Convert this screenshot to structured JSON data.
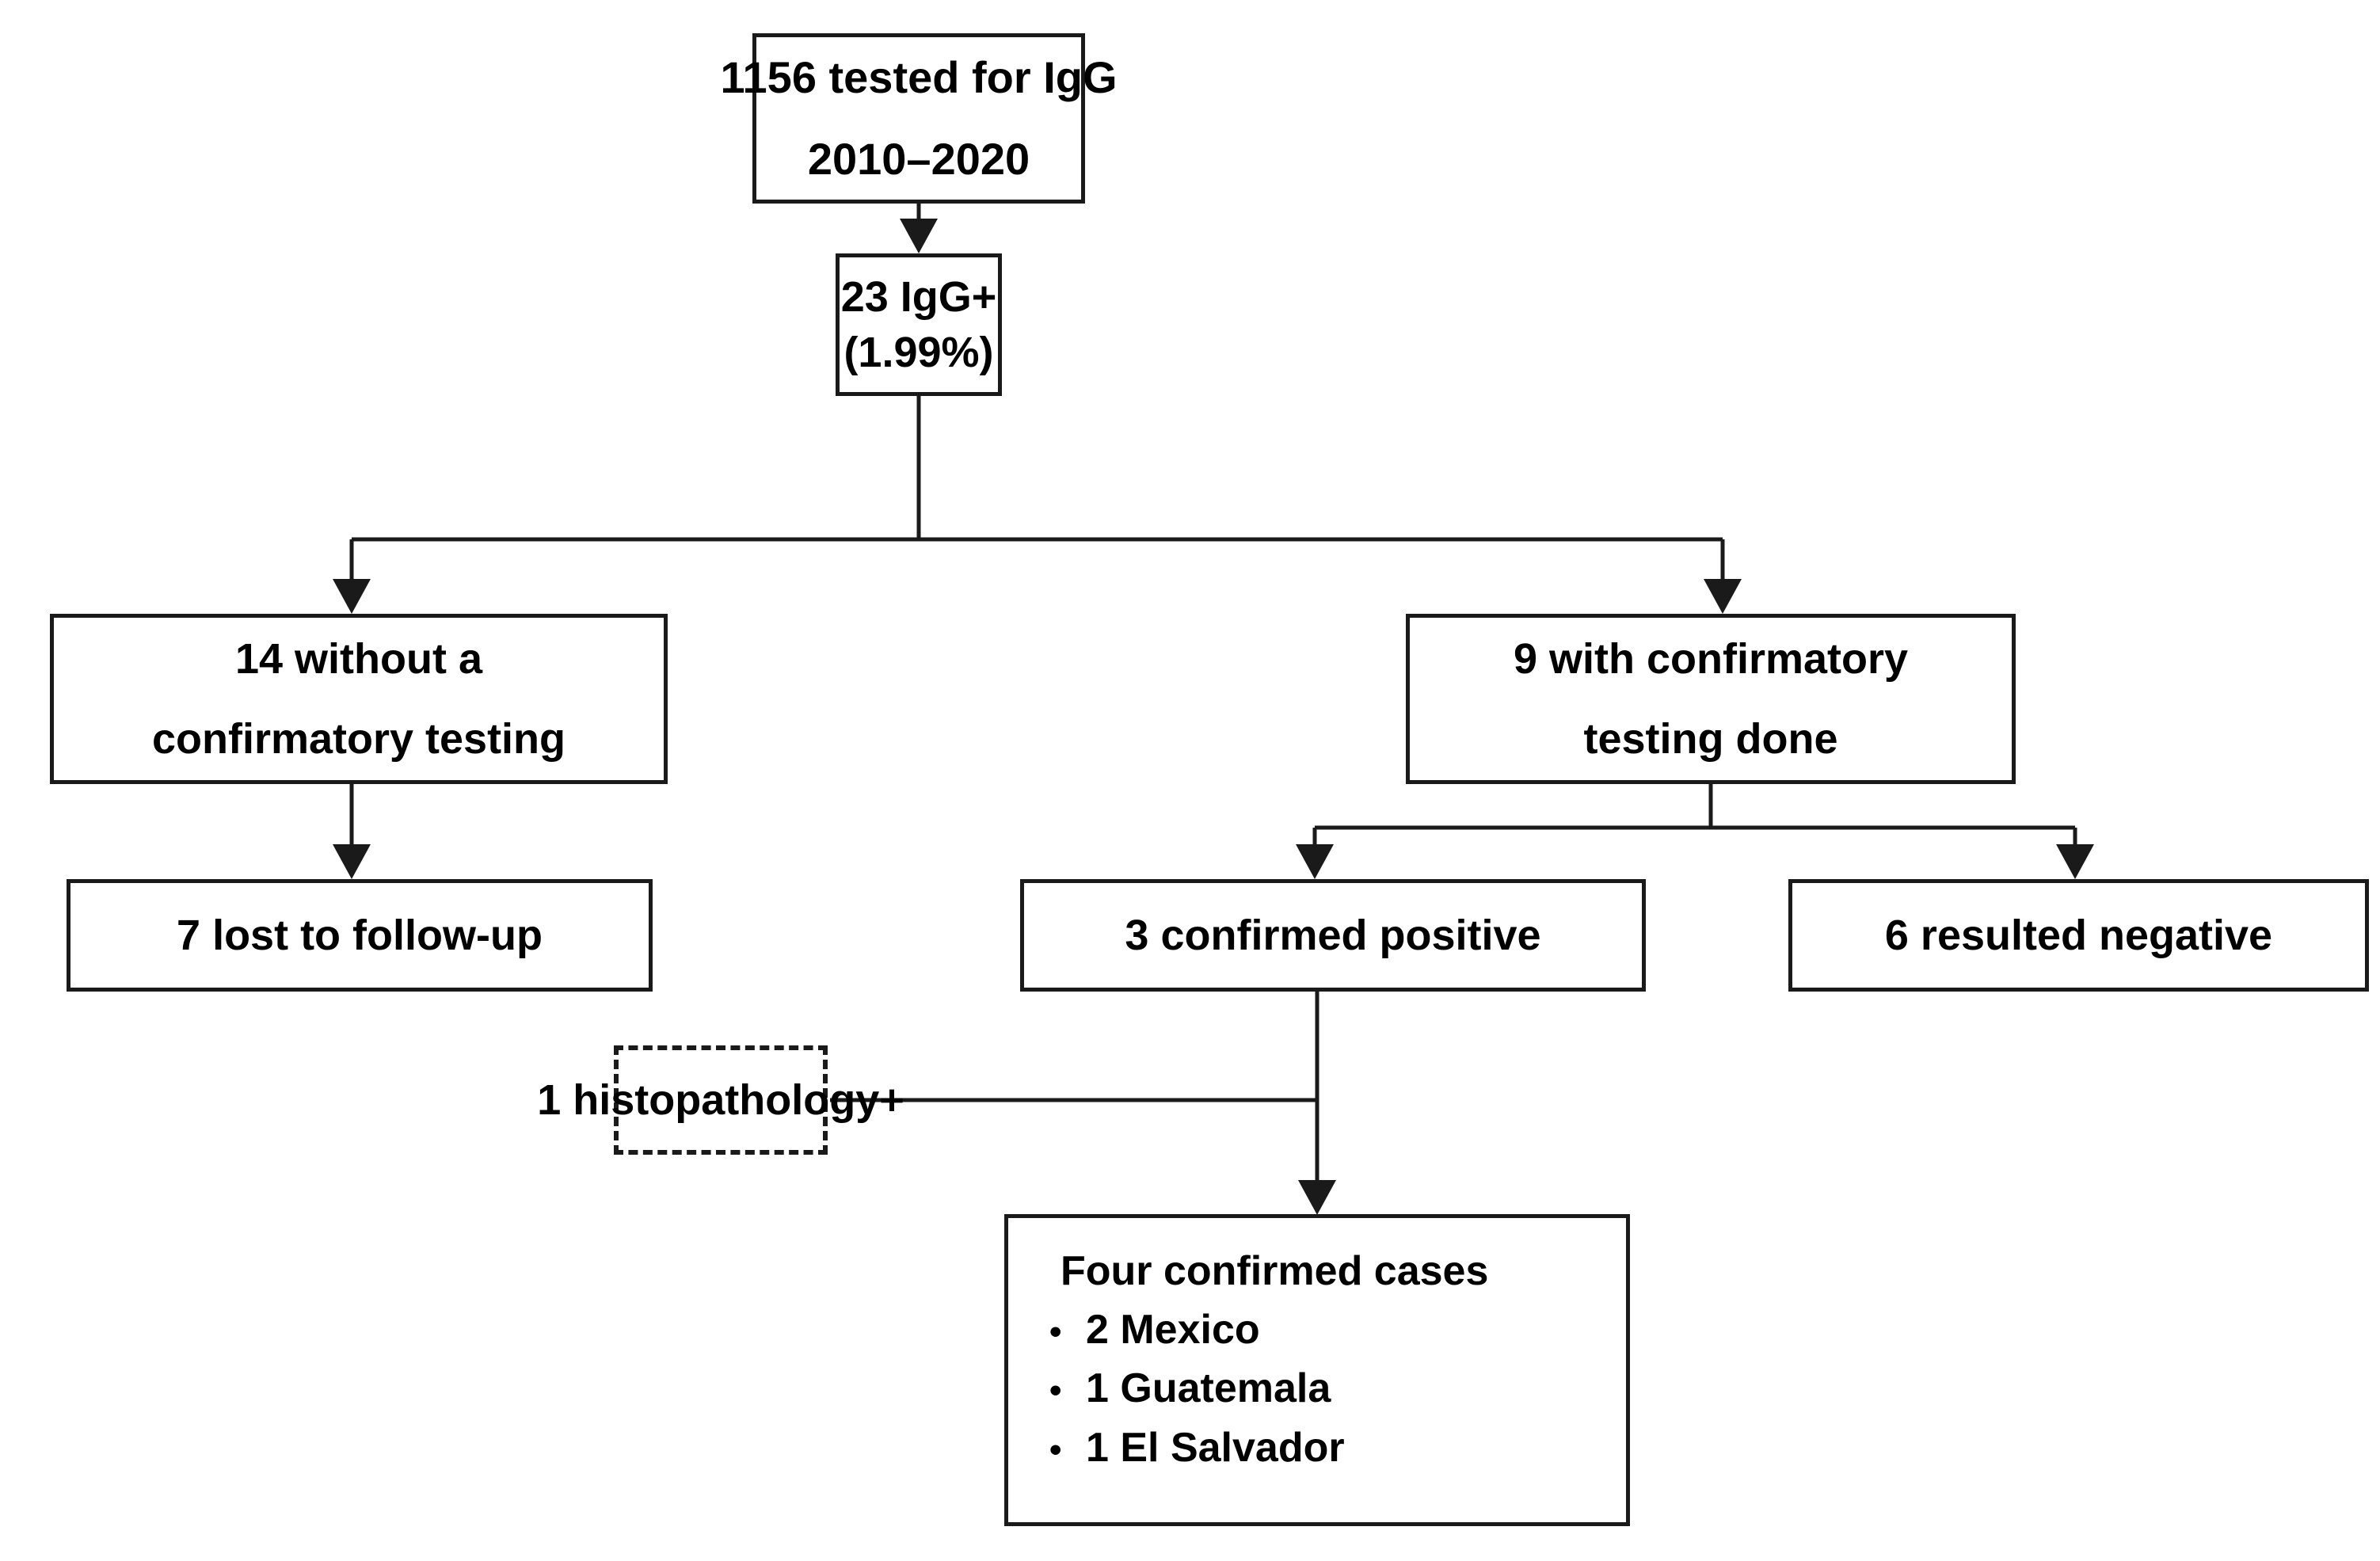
{
  "diagram": {
    "title": "Serologic screening and confirmation flow diagram",
    "type": "flowchart",
    "background_color": "#ffffff",
    "stroke_color": "#1a1a1a",
    "text_color": "#000000"
  },
  "nodes": {
    "tested": {
      "id": "tested",
      "line1": "1156 tested for IgG",
      "line2": "2010–2020",
      "border_style": "solid"
    },
    "igg_positive": {
      "id": "igg-positive",
      "line1": "23 IgG+",
      "line2": "(1.99%)",
      "border_style": "solid"
    },
    "no_confirm": {
      "id": "no-confirmatory-testing",
      "line1": "14 without a",
      "line2": "confirmatory testing",
      "border_style": "solid"
    },
    "with_confirm": {
      "id": "with-confirmatory-testing",
      "line1": "9 with confirmatory",
      "line2": "testing done",
      "border_style": "solid"
    },
    "lost_followup": {
      "id": "lost-to-follow-up",
      "line1": "7 lost to follow-up",
      "border_style": "solid"
    },
    "confirmed_positive": {
      "id": "confirmed-positive",
      "line1": "3 confirmed positive",
      "border_style": "solid"
    },
    "resulted_negative": {
      "id": "resulted-negative",
      "line1": "6 resulted negative",
      "border_style": "solid"
    },
    "histopathology": {
      "id": "histopathology-positive",
      "line1": "1 histopathology+",
      "border_style": "dashed"
    },
    "final_cases": {
      "id": "four-confirmed-cases",
      "title": "Four confirmed cases",
      "bullet_glyph": "•",
      "items": [
        "2 Mexico",
        "1 Guatemala",
        "1 El Salvador"
      ],
      "border_style": "solid"
    }
  },
  "chart_data": {
    "type": "flow",
    "title": "Serologic screening and confirmation flow diagram",
    "total_tested": 1156,
    "period": "2010–2020",
    "igg_positive_count": 23,
    "igg_positive_percent": 1.99,
    "branches": [
      {
        "label": "14 without a confirmatory testing",
        "value": 14,
        "children": [
          {
            "label": "7 lost to follow-up",
            "value": 7
          }
        ]
      },
      {
        "label": "9 with confirmatory testing done",
        "value": 9,
        "children": [
          {
            "label": "3 confirmed positive",
            "value": 3
          },
          {
            "label": "6 resulted negative",
            "value": 6
          }
        ]
      }
    ],
    "supplemental": {
      "label": "1 histopathology+",
      "value": 1
    },
    "outcome": {
      "label": "Four confirmed cases",
      "value": 4,
      "breakdown": [
        {
          "country": "Mexico",
          "count": 2
        },
        {
          "country": "Guatemala",
          "count": 1
        },
        {
          "country": "El Salvador",
          "count": 1
        }
      ]
    }
  }
}
